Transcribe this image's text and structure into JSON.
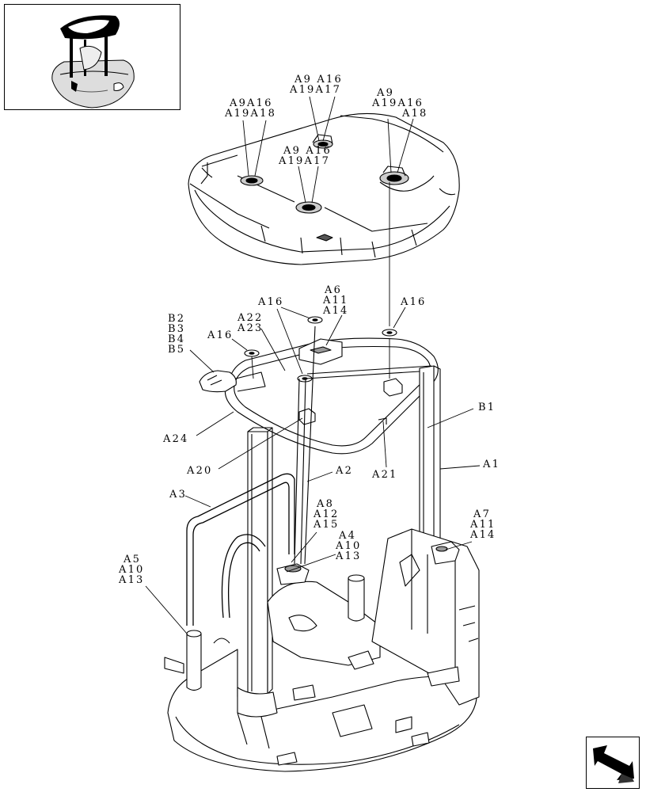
{
  "labels": [
    {
      "id": "a9-a16-a19-a17-top",
      "lines": [
        "A9 A16",
        "A19A17"
      ]
    },
    {
      "id": "a9-a16-a19-a18-left",
      "lines": [
        "A9A16",
        "A19A18"
      ]
    },
    {
      "id": "a9-a19-a16-a18-right",
      "lines": [
        "A9",
        "A19A16",
        "A18"
      ]
    },
    {
      "id": "a9-a16-a19-a17-mid",
      "lines": [
        "A9 A16",
        "A19A17"
      ]
    },
    {
      "id": "a6-a11-a14",
      "lines": [
        "A6",
        "A11",
        "A14"
      ]
    },
    {
      "id": "a16-upper",
      "lines": [
        "A16"
      ]
    },
    {
      "id": "a16-right",
      "lines": [
        "A16"
      ]
    },
    {
      "id": "a22-a23",
      "lines": [
        "A22",
        "A23"
      ]
    },
    {
      "id": "a16-left",
      "lines": [
        "A16"
      ]
    },
    {
      "id": "b2-b5",
      "lines": [
        "B2",
        "B3",
        "B4",
        "B5"
      ]
    },
    {
      "id": "b1",
      "lines": [
        "B1"
      ]
    },
    {
      "id": "a24",
      "lines": [
        "A24"
      ]
    },
    {
      "id": "a1",
      "lines": [
        "A1"
      ]
    },
    {
      "id": "a20",
      "lines": [
        "A20"
      ]
    },
    {
      "id": "a21",
      "lines": [
        "A21"
      ]
    },
    {
      "id": "a2",
      "lines": [
        "A2"
      ]
    },
    {
      "id": "a3",
      "lines": [
        "A3"
      ]
    },
    {
      "id": "a8-a12-a15",
      "lines": [
        "A8",
        "A12",
        "A15"
      ]
    },
    {
      "id": "a7-a11-a14",
      "lines": [
        "A7",
        "A11",
        "A14"
      ]
    },
    {
      "id": "a4-a10-a13",
      "lines": [
        "A4",
        "A10",
        "A13"
      ]
    },
    {
      "id": "a5-a10-a13",
      "lines": [
        "A5",
        "A10",
        "A13"
      ]
    }
  ],
  "icons": {
    "thumbnail": "machine-overview-thumbnail",
    "nav": "next-page-arrow-icon"
  }
}
